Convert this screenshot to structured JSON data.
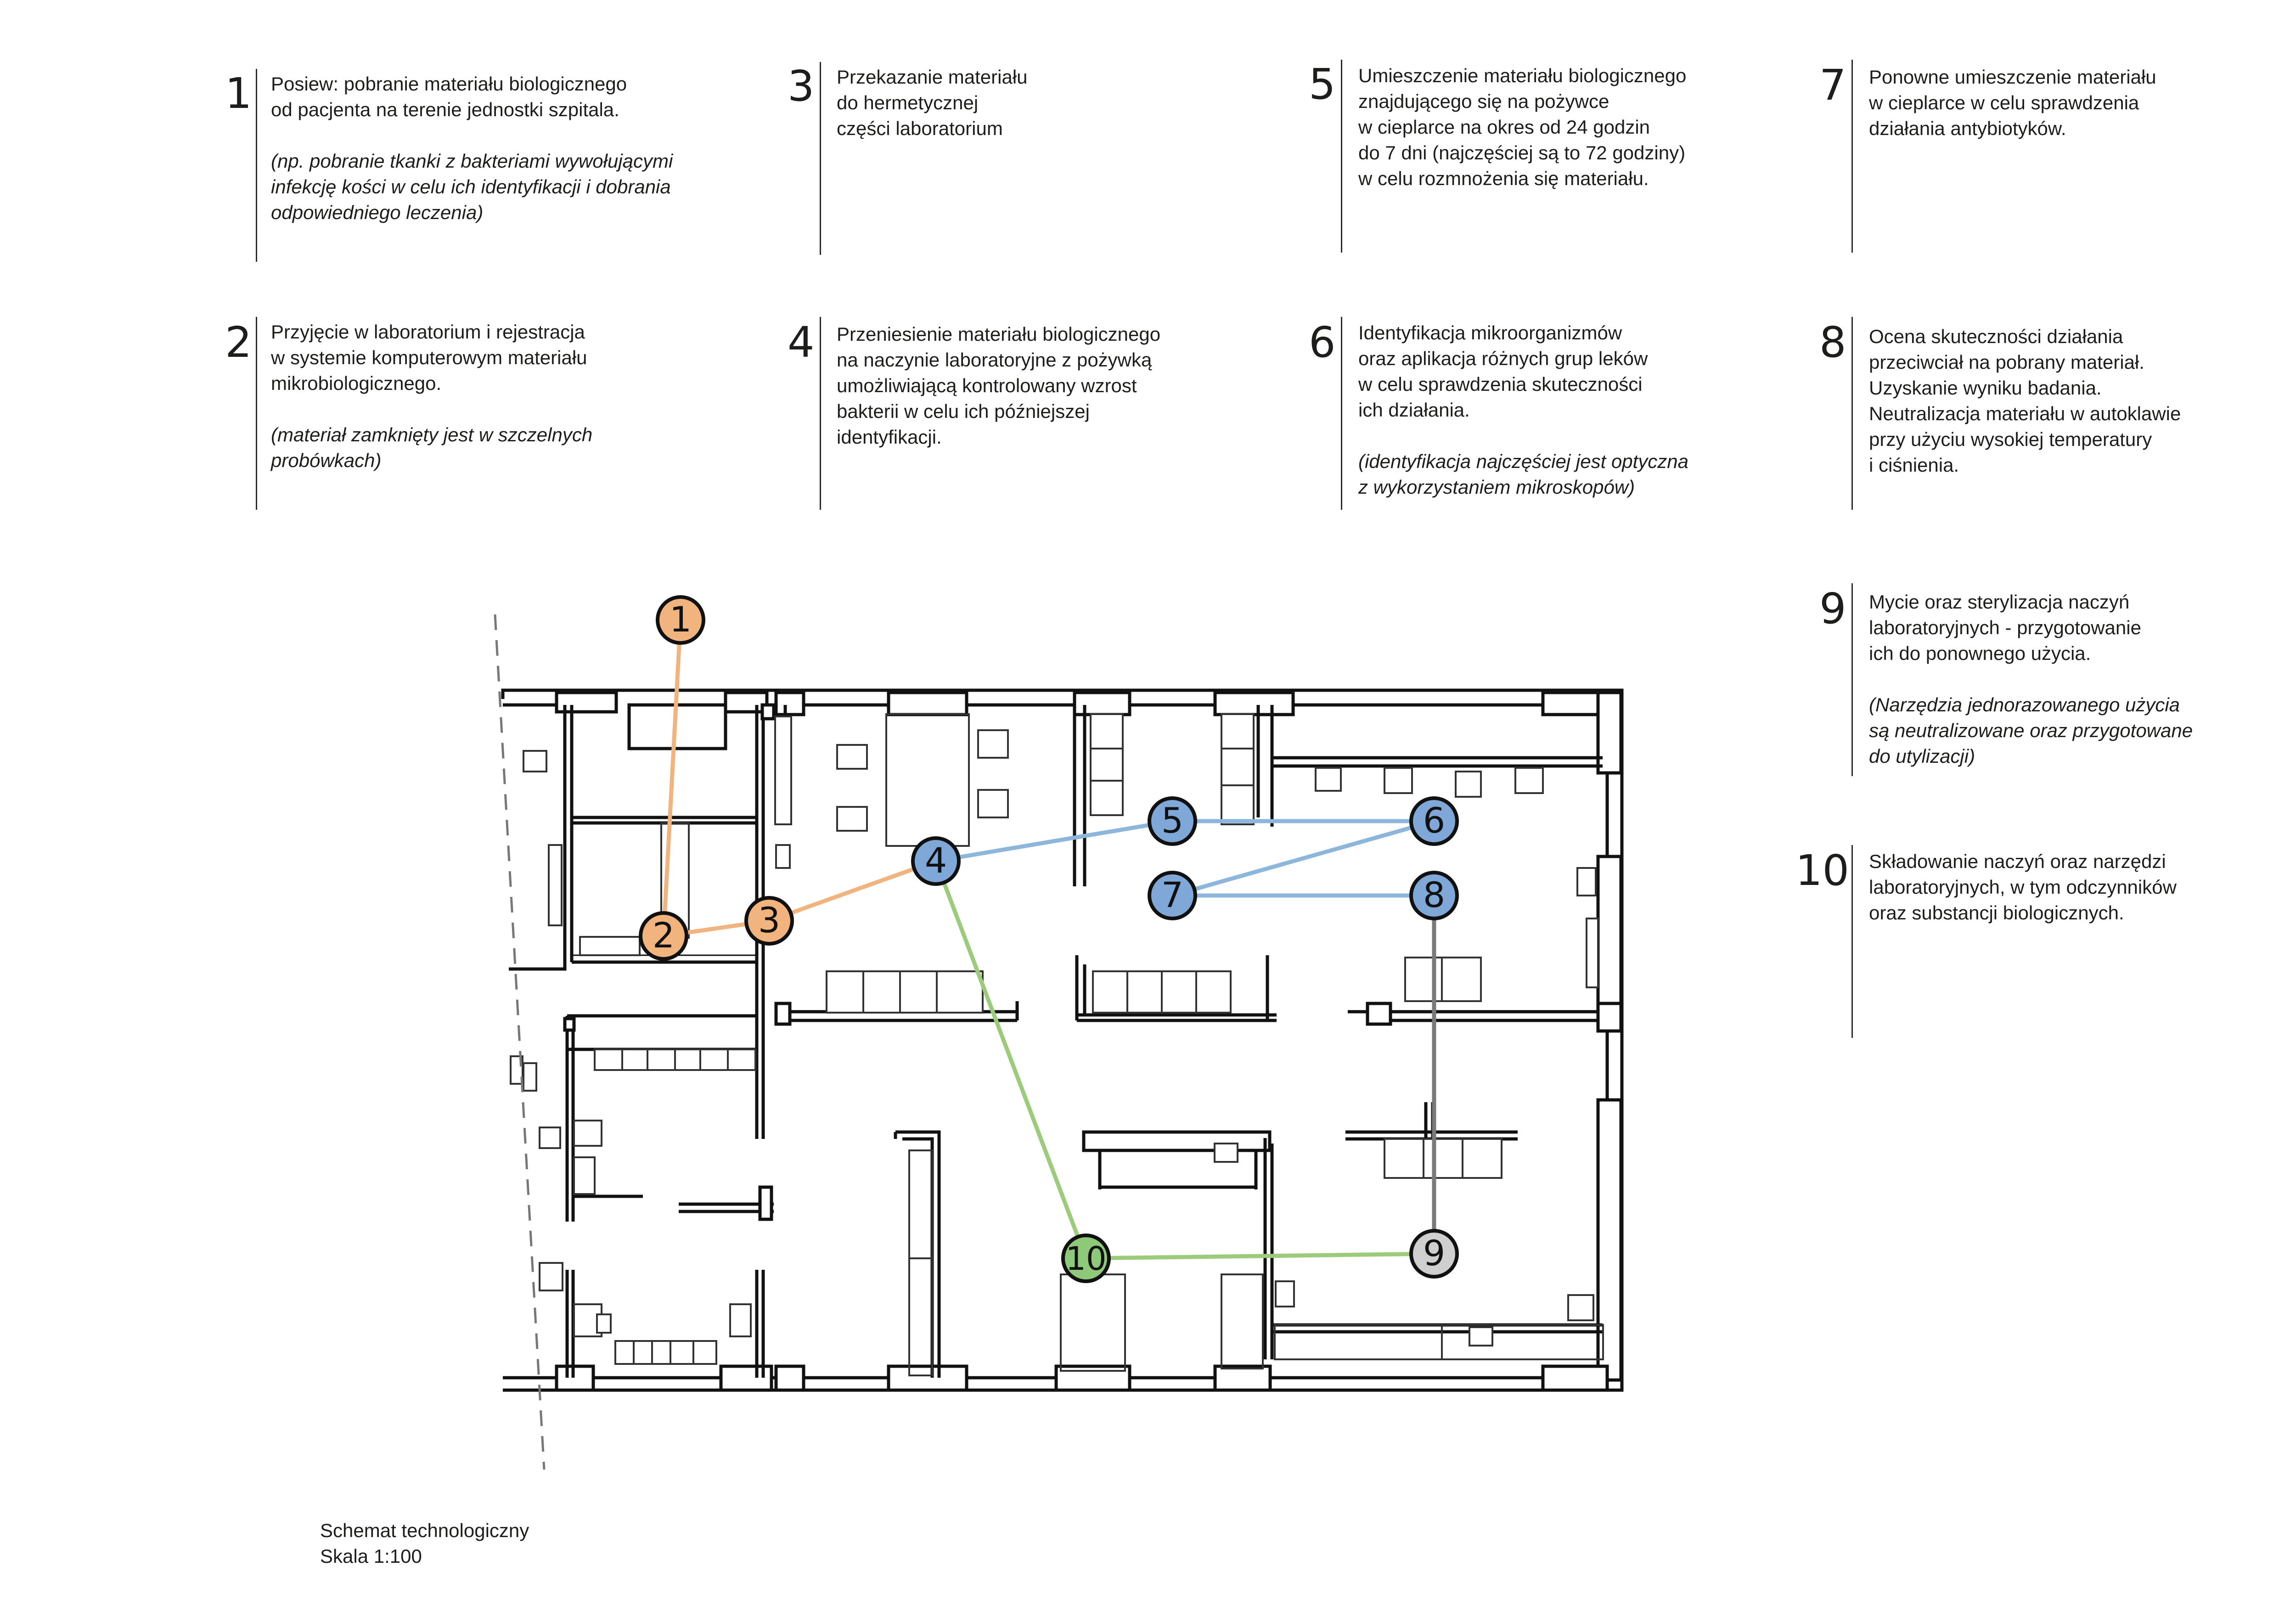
{
  "steps": [
    {
      "number": "1",
      "lines": [
        "Posiew: pobranie materiału biologicznego",
        "od pacjenta na terenie jednostki szpitala."
      ],
      "note": [
        "(np. pobranie tkanki z bakteriami wywołującymi",
        "infekcję kości w celu ich identyfikacji i dobrania",
        "odpowiedniego leczenia)"
      ]
    },
    {
      "number": "2",
      "lines": [
        "Przyjęcie w laboratorium i rejestracja",
        "w systemie komputerowym materiału",
        "mikrobiologicznego."
      ],
      "note": [
        "(materiał zamknięty jest w szczelnych",
        "probówkach)"
      ]
    },
    {
      "number": "3",
      "lines": [
        "Przekazanie materiału",
        "do hermetycznej",
        "części laboratorium"
      ],
      "note": []
    },
    {
      "number": "4",
      "lines": [
        "Przeniesienie materiału biologicznego",
        "na naczynie laboratoryjne z pożywką",
        "umożliwiającą kontrolowany wzrost",
        "bakterii w celu ich późniejszej",
        "identyfikacji."
      ],
      "note": []
    },
    {
      "number": "5",
      "lines": [
        "Umieszczenie materiału biologicznego",
        "znajdującego się na pożywce",
        "w cieplarce na okres od 24 godzin",
        "do 7 dni (najczęściej są to 72 godziny)",
        "w celu rozmnożenia się materiału."
      ],
      "note": []
    },
    {
      "number": "6",
      "lines": [
        "Identyfikacja mikroorganizmów",
        "oraz aplikacja różnych grup leków",
        "w celu sprawdzenia skuteczności",
        "ich działania."
      ],
      "note": [
        "(identyfikacja najczęściej jest optyczna",
        "z wykorzystaniem mikroskopów)"
      ]
    },
    {
      "number": "7",
      "lines": [
        "Ponowne umieszczenie materiału",
        "w cieplarce w celu sprawdzenia",
        "działania antybiotyków."
      ],
      "note": []
    },
    {
      "number": "8",
      "lines": [
        "Ocena skuteczności działania",
        "przeciwciał na pobrany materiał.",
        "Uzyskanie wyniku badania.",
        "Neutralizacja materiału w autoklawie",
        "przy użyciu wysokiej temperatury",
        "i ciśnienia."
      ],
      "note": []
    },
    {
      "number": "9",
      "lines": [
        "Mycie oraz sterylizacja naczyń",
        "laboratoryjnych - przygotowanie",
        "ich do ponownego użycia."
      ],
      "note": [
        "(Narzędzia jednorazowanego użycia",
        "są neutralizowane oraz przygotowane",
        "do utylizacji)"
      ]
    },
    {
      "number": "10",
      "lines": [
        "Składowanie naczyń oraz narzędzi",
        "laboratoryjnych, w tym odczynników",
        "oraz substancji biologicznych."
      ],
      "note": []
    }
  ],
  "nodes": [
    {
      "label": "1",
      "color": "#f2b47e"
    },
    {
      "label": "2",
      "color": "#f2b47e"
    },
    {
      "label": "3",
      "color": "#f2b47e"
    },
    {
      "label": "4",
      "color": "#7fa8d8"
    },
    {
      "label": "5",
      "color": "#7fa8d8"
    },
    {
      "label": "6",
      "color": "#7fa8d8"
    },
    {
      "label": "7",
      "color": "#7fa8d8"
    },
    {
      "label": "8",
      "color": "#7fa8d8"
    },
    {
      "label": "9",
      "color": "#cfcfcf"
    },
    {
      "label": "10",
      "color": "#8ec97a"
    }
  ],
  "route_colors": {
    "orange": "#f2b47e",
    "blue": "#8db6dd",
    "green": "#9ccb7c",
    "gray": "#7a7a7a"
  },
  "caption": {
    "title": "Schemat technologiczny",
    "scale": "Skala 1:100"
  }
}
